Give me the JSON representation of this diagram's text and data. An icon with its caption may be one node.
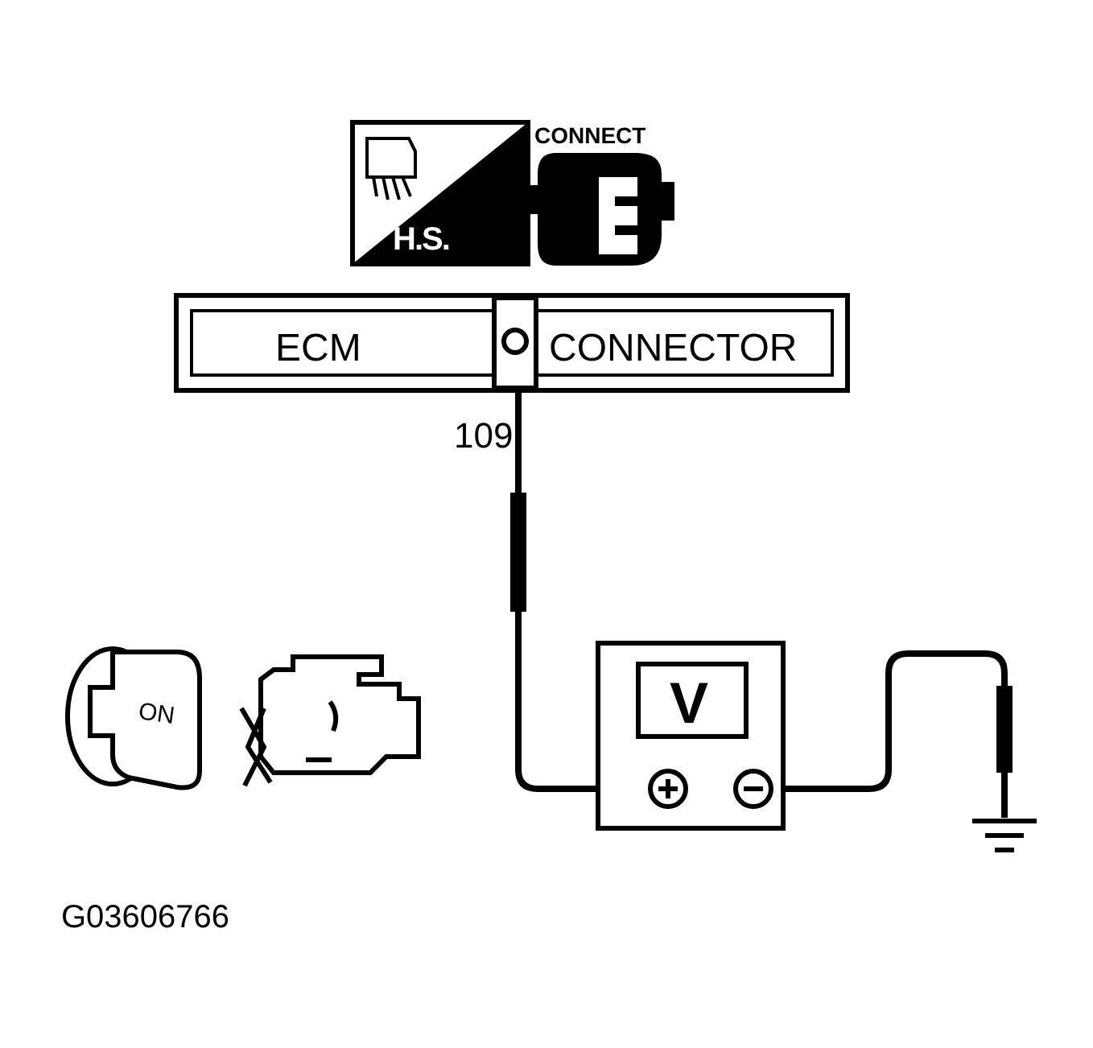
{
  "diagram": {
    "nodes": [
      {
        "text": [
          "ECM",
          "CONNECTOR"
        ],
        "beside": [
          "109"
        ]
      },
      {
        "text": [
          "V"
        ]
      },
      {
        "text": [],
        "shape": "ground"
      }
    ],
    "edges": [
      {
        "from": 0,
        "to": 1,
        "arrow": "none"
      },
      {
        "from": 1,
        "to": 2,
        "arrow": "none"
      }
    ],
    "labels": [
      "H.S.",
      "CONNECT",
      "ON",
      "G03606766"
    ]
  }
}
